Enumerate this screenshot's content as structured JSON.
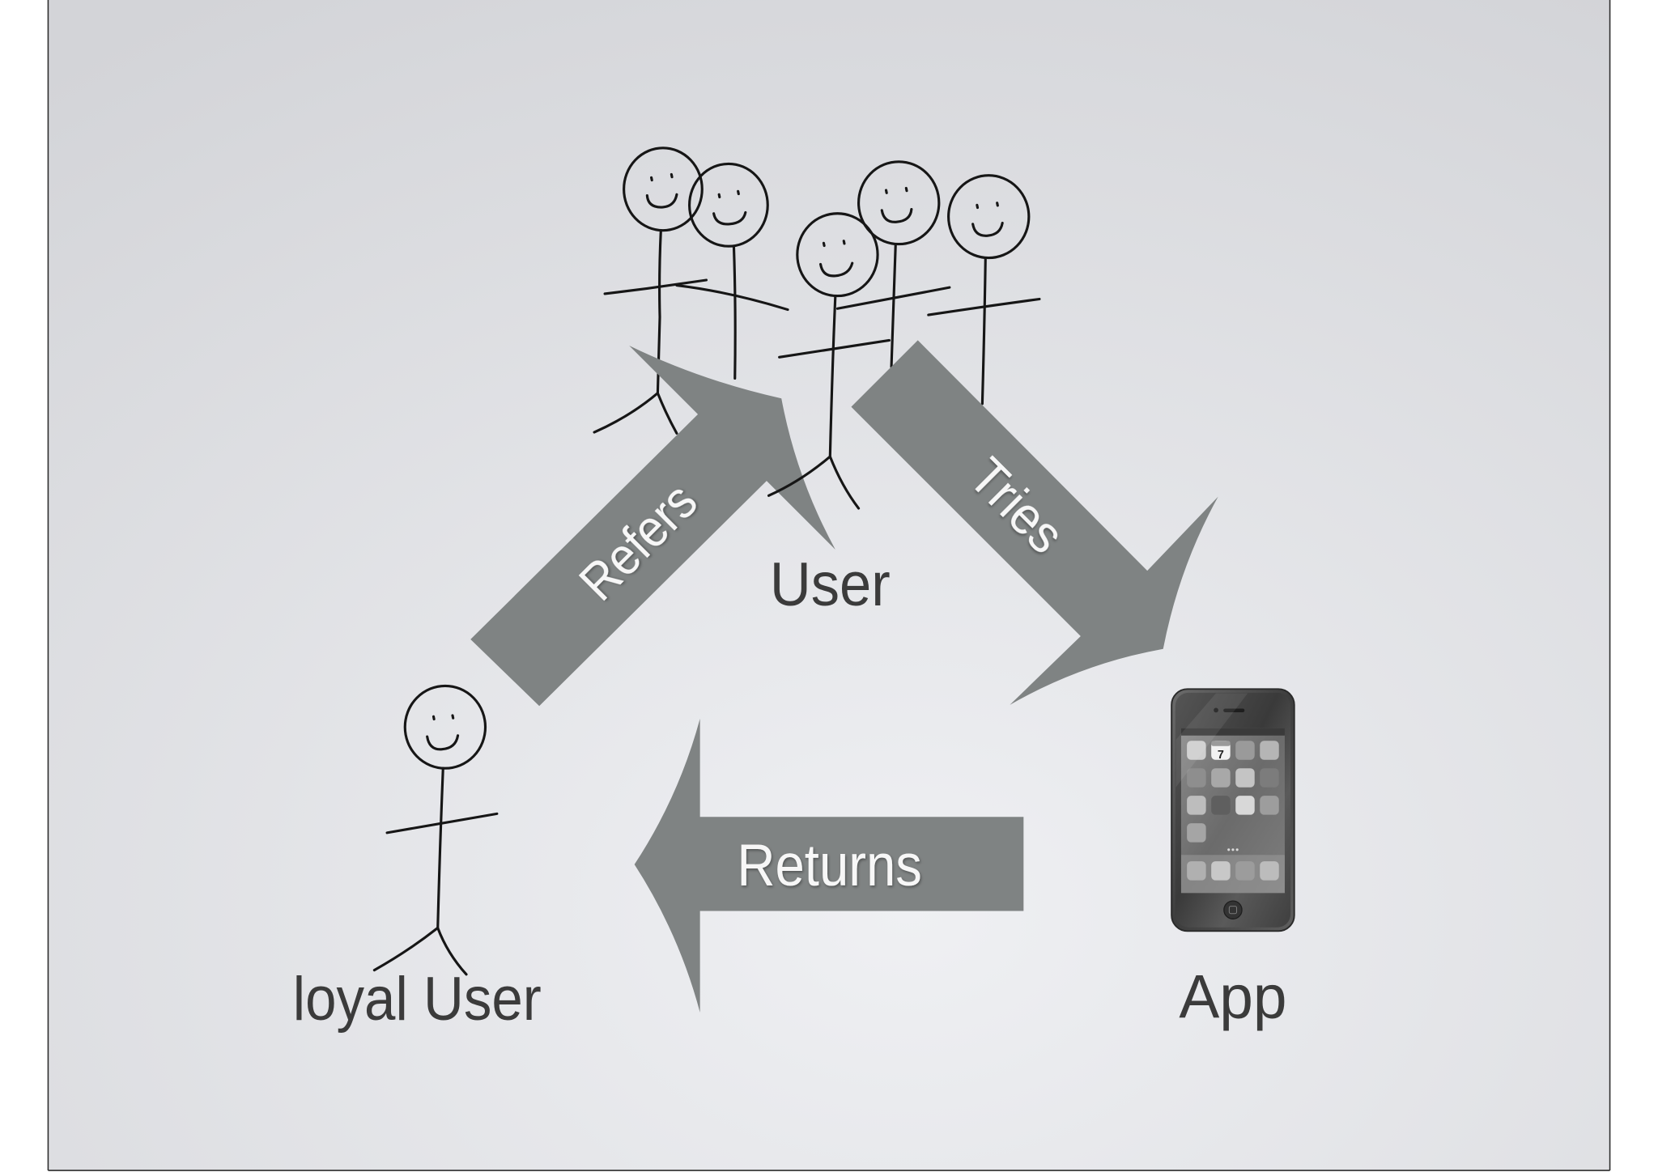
{
  "slide": {
    "nodes": {
      "user": {
        "label": "User"
      },
      "loyal_user": {
        "label": "loyal User"
      },
      "app": {
        "label": "App"
      }
    },
    "arrows": {
      "refers": {
        "label": "Refers"
      },
      "tries": {
        "label": "Tries"
      },
      "returns": {
        "label": "Returns"
      }
    },
    "phone": {
      "calendar_day": "7"
    }
  },
  "colors": {
    "arrow": "#7f8383",
    "arrow_text": "#f7f7f7",
    "label_text": "#3b3b3b",
    "stick_figure": "#161616",
    "background_light": "#eff0f3",
    "background_dark": "#d3d4d8",
    "slide_border": "#2d2d2d"
  }
}
